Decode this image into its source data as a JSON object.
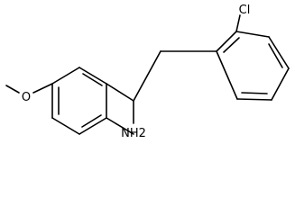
{
  "molecule": {
    "labels": {
      "chlorine": "Cl",
      "amine": "NH2",
      "methoxy_oxygen": "O"
    }
  },
  "colors": {
    "bond": "#000000",
    "label": "#000000",
    "background": "#ffffff"
  }
}
